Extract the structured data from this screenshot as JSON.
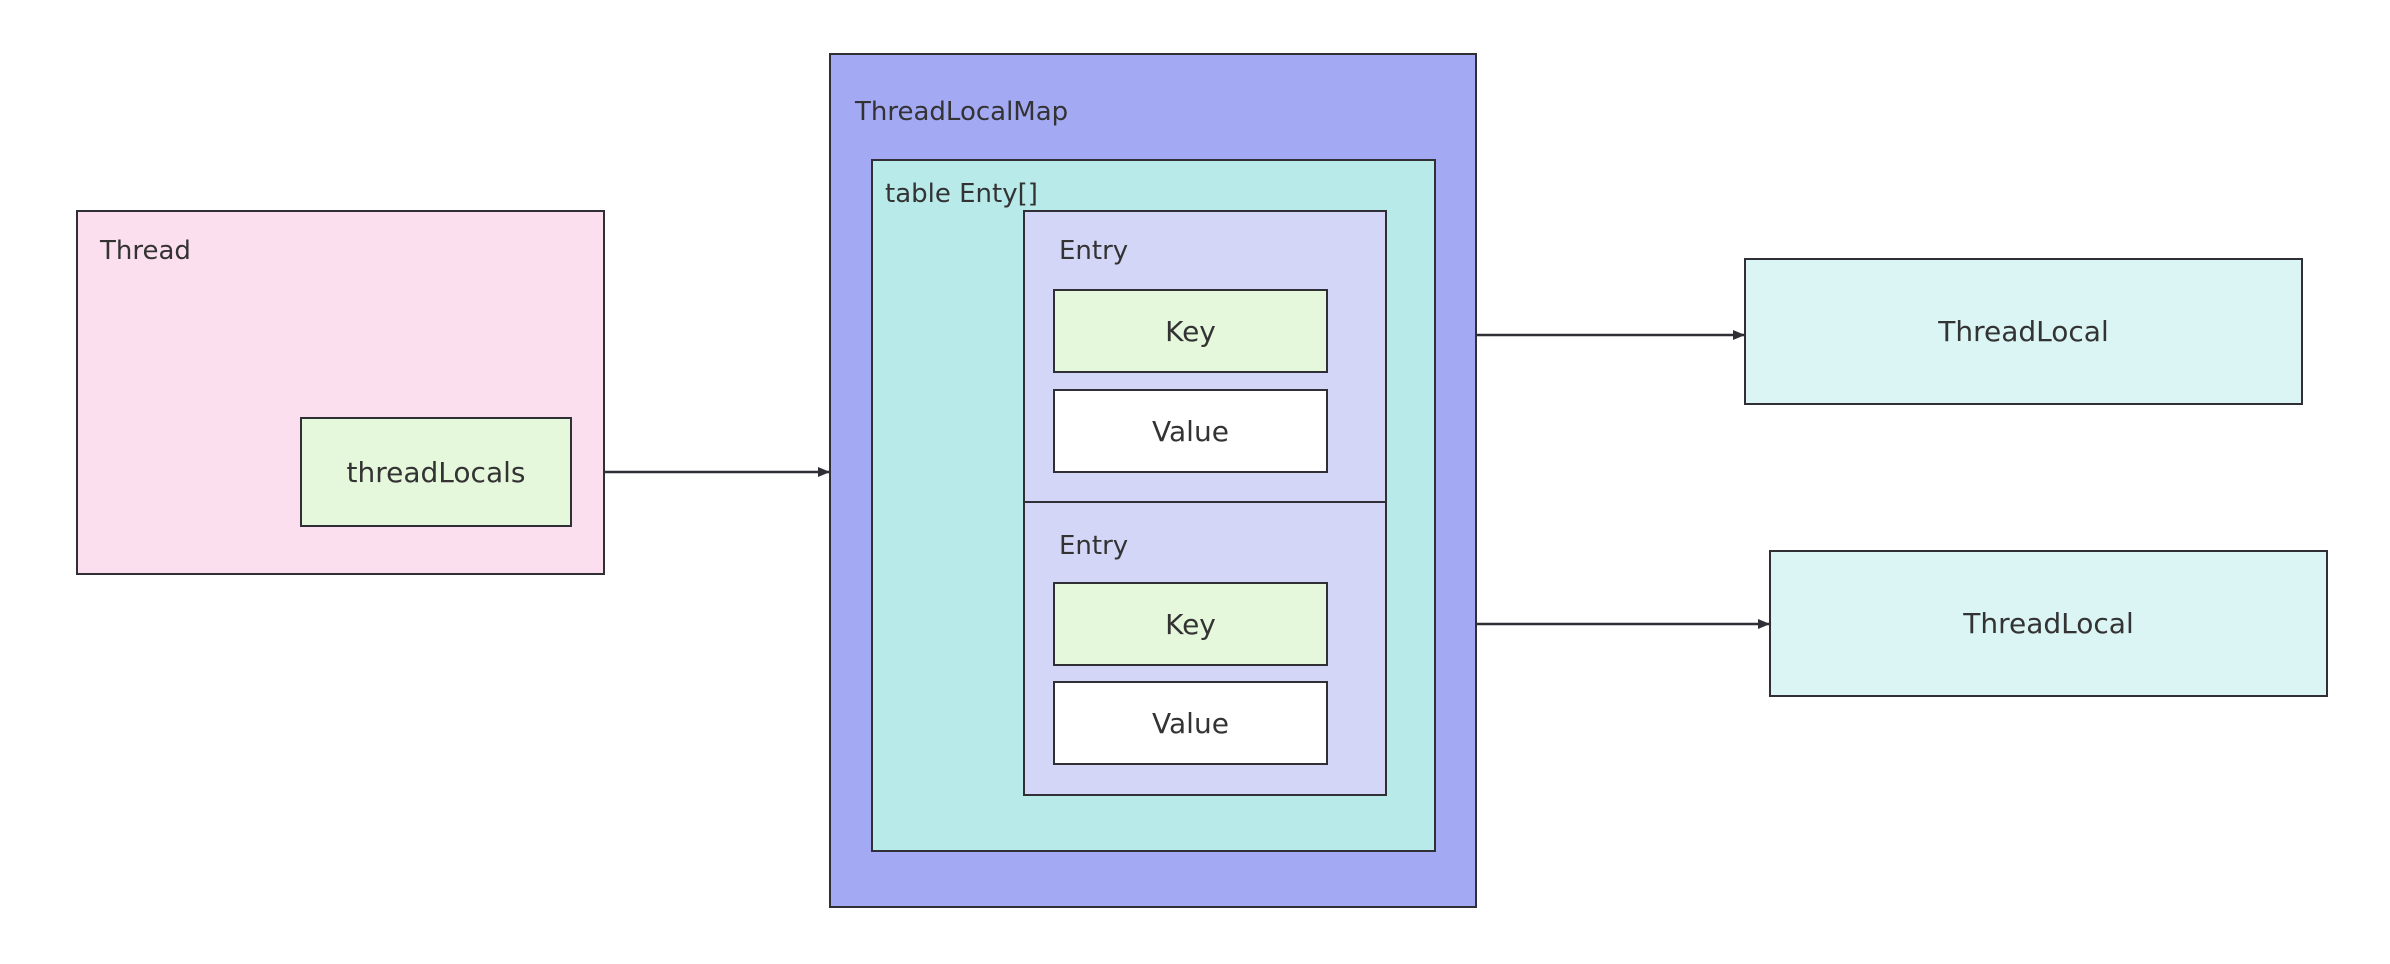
{
  "thread": {
    "title": "Thread",
    "field_label": "threadLocals",
    "color": "#fbdfee",
    "field_color": "#e6f8dc"
  },
  "map": {
    "title": "ThreadLocalMap",
    "color": "#a4a9f4",
    "table": {
      "title": "table Enty[]",
      "color": "#b8eaea",
      "entries": [
        {
          "title": "Entry",
          "key_label": "Key",
          "value_label": "Value"
        },
        {
          "title": "Entry",
          "key_label": "Key",
          "value_label": "Value"
        }
      ],
      "entry_color": "#d4d6f8",
      "key_color": "#e6f8dc",
      "value_color": "#ffffff"
    }
  },
  "thread_locals": [
    {
      "label": "ThreadLocal"
    },
    {
      "label": "ThreadLocal"
    }
  ],
  "thread_local_color": "#dbf4f4"
}
